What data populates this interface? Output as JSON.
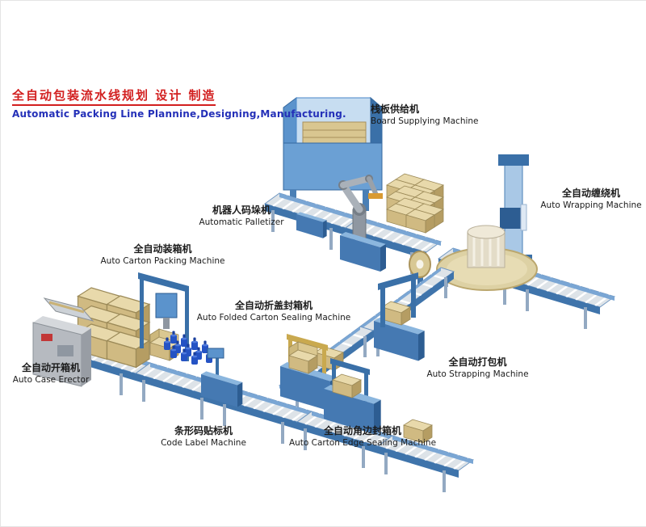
{
  "title": {
    "zh": "全自动包装流水线规划 设计 制造",
    "en": "Automatic Packing Line Plannine,Designing,Manufacturing."
  },
  "machines": {
    "board_supplying": {
      "zh": "栈板供给机",
      "en": "Board Supplying Machine"
    },
    "auto_wrapping": {
      "zh": "全自动缠绕机",
      "en": "Auto Wrapping Machine"
    },
    "palletizer": {
      "zh": "机器人码垛机",
      "en": "Automatic Palletizer"
    },
    "carton_packing": {
      "zh": "全自动装箱机",
      "en": "Auto Carton Packing Machine"
    },
    "folded_sealing": {
      "zh": "全自动折盖封箱机",
      "en": "Auto Folded Carton Sealing Machine"
    },
    "case_erector": {
      "zh": "全自动开箱机",
      "en": "Auto Case Erector"
    },
    "strapping": {
      "zh": "全自动打包机",
      "en": "Auto Strapping Machine"
    },
    "code_label": {
      "zh": "条形码贴标机",
      "en": "Code Label Machine"
    },
    "edge_sealing": {
      "zh": "全自动角边封箱机",
      "en": "Auto Carton Edge Sealing Machine"
    }
  },
  "colors": {
    "title_accent": "#d21f1f",
    "title_secondary": "#2430b8",
    "machine_blue": "#4579b2",
    "machine_light_blue": "#8bb6de",
    "carton_tan": "#d0ba82",
    "conveyor_gray": "#dde3e8",
    "turntable_beige": "#ddd1a4"
  }
}
